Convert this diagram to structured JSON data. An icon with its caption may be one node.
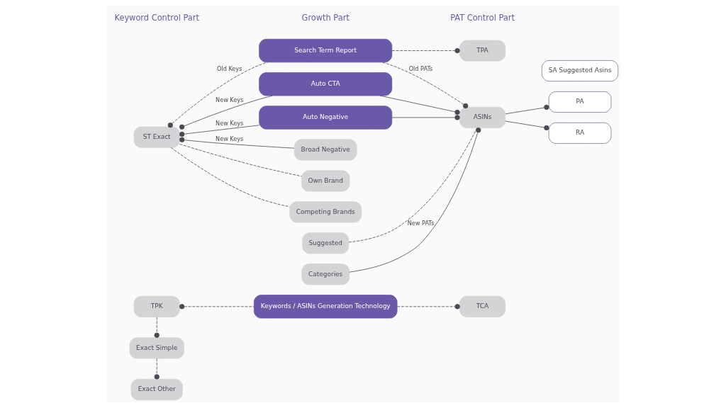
{
  "diagram": {
    "nodes": [
      {
        "text": [
          "TPK"
        ]
      },
      {
        "text": [
          "Keywords / ASINs Generation Technology"
        ]
      },
      {
        "text": [
          "TCA"
        ]
      },
      {
        "text": [
          "Exact Simple"
        ]
      },
      {
        "text": [
          "Search Term Report"
        ]
      },
      {
        "text": [
          "TPA"
        ]
      },
      {
        "text": [
          "Exact Other"
        ]
      },
      {
        "text": [
          "Auto CTA"
        ]
      },
      {
        "text": [
          "ASINs"
        ]
      },
      {
        "text": [
          "PA"
        ]
      },
      {
        "text": [
          "RA"
        ]
      },
      {
        "text": [
          "ST Exact"
        ]
      },
      {
        "text": [
          "Auto Negative"
        ]
      },
      {
        "text": [
          "SA Suggested Asins"
        ]
      },
      {
        "text": [
          "Broad Negative"
        ]
      },
      {
        "text": [
          "Own Brand"
        ]
      },
      {
        "text": [
          "Suggested"
        ]
      },
      {
        "text": [
          "Categories"
        ]
      },
      {
        "text": [
          "Competing Brands"
        ]
      }
    ],
    "edges": [
      {
        "from": 1,
        "to": 0,
        "arrow": "other",
        "style": "dashed"
      },
      {
        "from": 1,
        "to": 2,
        "arrow": "other",
        "style": "dashed"
      },
      {
        "from": 0,
        "to": 3,
        "arrow": "other",
        "style": "dashed"
      },
      {
        "from": 3,
        "to": 6,
        "arrow": "other",
        "style": "dashed"
      },
      {
        "from": 4,
        "to": 5,
        "arrow": "other",
        "style": "dashed"
      },
      {
        "from": 4,
        "to": 11,
        "arrow": "other",
        "style": "dashed",
        "label": "Old Keys"
      },
      {
        "from": 4,
        "to": 8,
        "arrow": "other",
        "style": "dashed",
        "label": "Old PATs"
      },
      {
        "from": 7,
        "to": 11,
        "arrow": "other",
        "label": "New Keys"
      },
      {
        "from": 12,
        "to": 11,
        "arrow": "other",
        "label": "New Keys"
      },
      {
        "from": 14,
        "to": 11,
        "arrow": "other",
        "label": "New Keys"
      },
      {
        "from": 7,
        "to": 8,
        "arrow": "other"
      },
      {
        "from": 12,
        "to": 8,
        "arrow": "other"
      },
      {
        "from": 17,
        "to": 8,
        "arrow": "other",
        "label": "New PATs"
      },
      {
        "from": 8,
        "to": 9,
        "arrow": "other"
      },
      {
        "from": 8,
        "to": 10,
        "arrow": "other"
      },
      {
        "from": 15,
        "to": 11,
        "arrow": "none",
        "style": "dashed"
      },
      {
        "from": 16,
        "to": 8,
        "arrow": "none",
        "style": "dashed"
      },
      {
        "from": 18,
        "to": 11,
        "arrow": "none",
        "style": "dashed"
      }
    ],
    "labels": [
      "Keyword Control Part",
      "Growth Part",
      "PAT Control Part"
    ]
  }
}
